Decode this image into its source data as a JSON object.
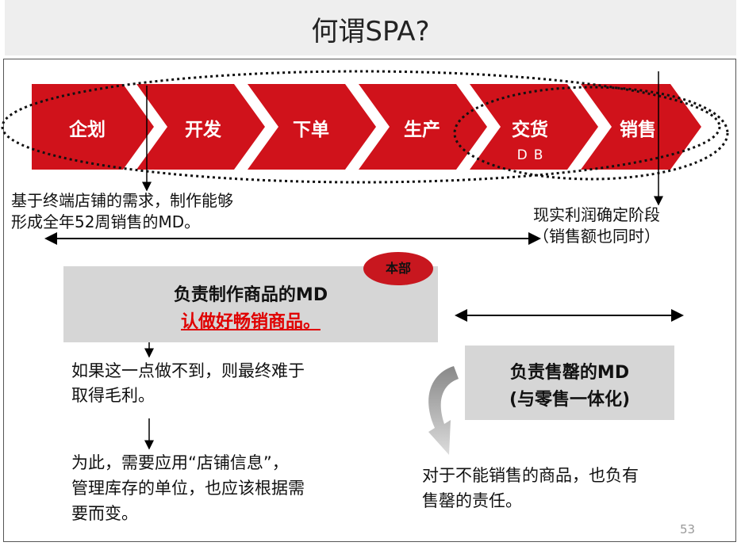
{
  "title": "何谓SPA?",
  "process": {
    "steps": [
      {
        "label": "企划"
      },
      {
        "label": "开发"
      },
      {
        "label": "下单"
      },
      {
        "label": "生产"
      },
      {
        "label": "交货",
        "sub": "DB"
      },
      {
        "label": "销售"
      }
    ],
    "fill_color": "#d0121b"
  },
  "notes": {
    "left_line1": "基于终端店铺的需求，制作能够",
    "left_line2": "形成全年52周销售的MD。",
    "right_line1": "现实利润确定阶段",
    "right_line2": "（销售额也同时）"
  },
  "hq_badge": "本部",
  "box_make": {
    "line1": "负责制作商品的MD",
    "line2": "认做好畅销商品。"
  },
  "box_sell": {
    "line1": "负责售罄的MD",
    "line2": "(与零售一体化)"
  },
  "texts": {
    "fail_line1": "如果这一点做不到，则最终难于",
    "fail_line2": "取得毛利。",
    "stock_line1": "为此，需要应用“店铺信息”，",
    "stock_line2": "管理库存的单位，也应该根据需",
    "stock_line3": "要而变。",
    "resp_line1": "对于不能销售的商品，也负有",
    "resp_line2": "售罄的责任。"
  },
  "page_number": "53"
}
